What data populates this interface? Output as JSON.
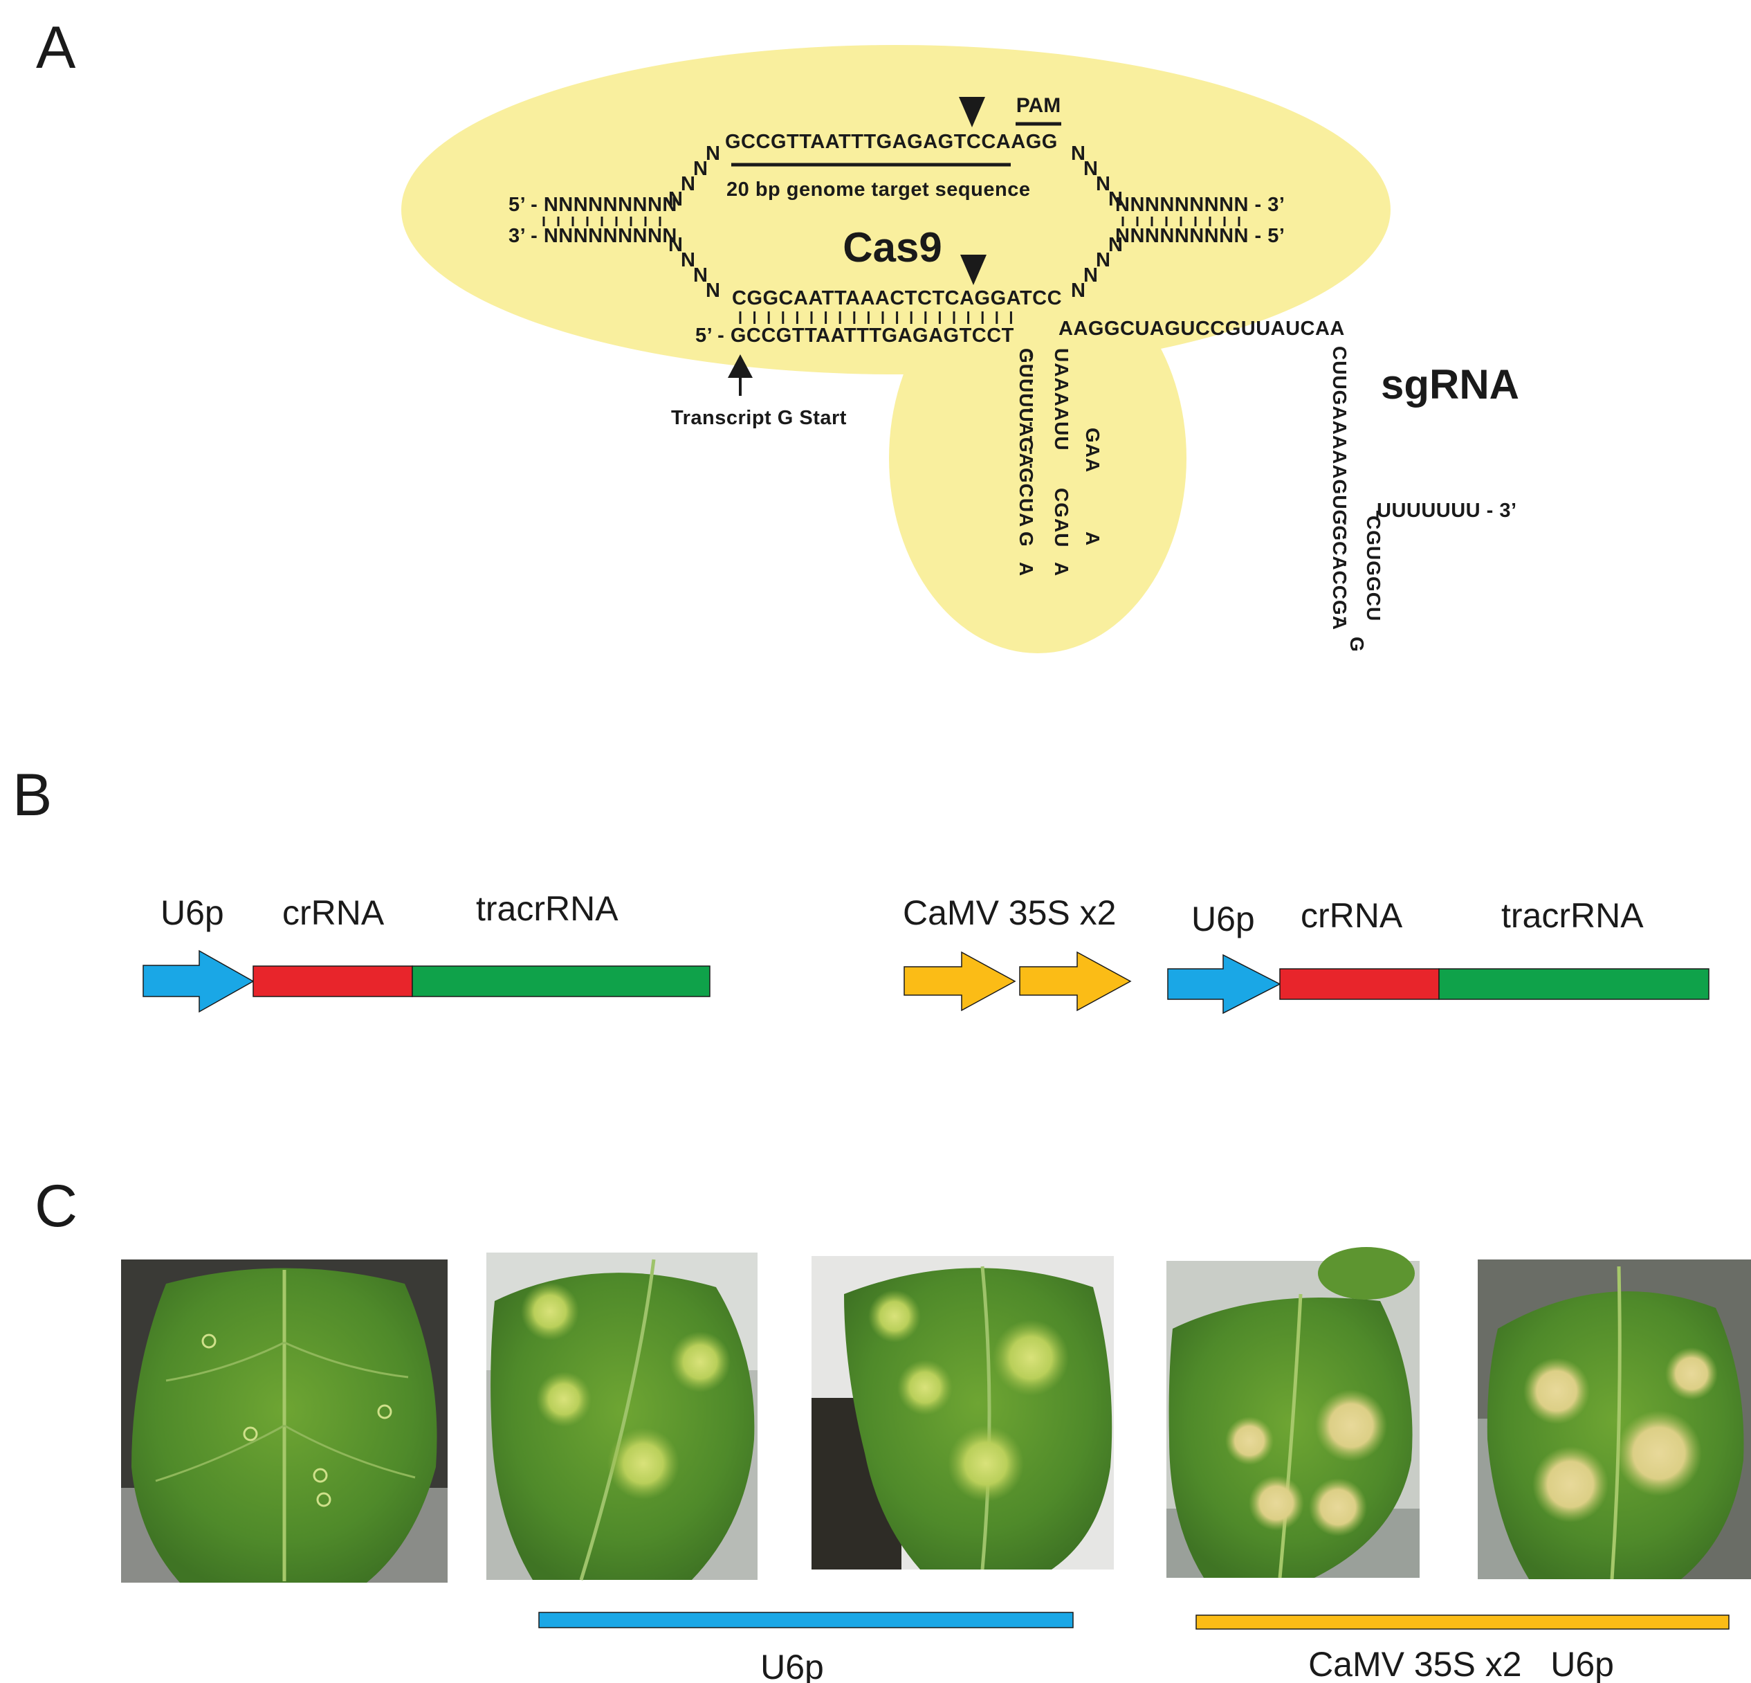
{
  "colors": {
    "cas9": "#f9ef9e",
    "u6p": "#1aa7e6",
    "crrna": "#e8252b",
    "tracrrna": "#0fa24a",
    "camv": "#fbbc16",
    "pam": "#a8283c"
  },
  "panel_a": {
    "label": "A",
    "top_strand": "GCCGTTAATTTGAGAGTCCA",
    "top_pam": "AGG",
    "pam_label": "PAM",
    "target_label": "20 bp genome target sequence",
    "left_top": "5’ - NNNNNNNNN",
    "left_bottom": "3’ - NNNNNNNNN",
    "right_top": "NNNNNNNNN - 3’",
    "right_bottom": "NNNNNNNNN - 5’",
    "linker": "N",
    "cas9_label": "Cas9",
    "bottom_strand": "CGGCAATTAAACTCTCAGGA",
    "bottom_pam": "TCC",
    "guide_strand": "5’ - GCCGTTAATTTGAGAGTCCT",
    "stem_right_top": "AAGGCUAGUCCGUUAUCAA",
    "transcript_label": "Transcript G Start",
    "sgrna_label": "sgRNA",
    "loop1_left": "GUUUUAGAGCUA",
    "loop1_right_a": "UAAAAUU",
    "loop1_right_b": "CGAU",
    "loop1_gaa": "GAA",
    "loop1_g": "G",
    "loop1_a1": "A",
    "loop1_a2": "A",
    "loop1_a3": "A",
    "down_seq": "CUUGAAAAAGUGGCACCGA",
    "hp_left": "CGUGGCU",
    "hp_g": "G",
    "tail": "UUUUUUU - 3’"
  },
  "panel_b": {
    "label": "B",
    "left": {
      "u6p": "U6p",
      "crrna": "crRNA",
      "tracrrna": "tracrRNA"
    },
    "right": {
      "camv": "CaMV 35S x2",
      "u6p": "U6p",
      "crrna": "crRNA",
      "tracrrna": "tracrRNA"
    }
  },
  "panel_c": {
    "label": "C",
    "group1_label": "U6p",
    "group2_label": "CaMV 35S x2   U6p"
  }
}
